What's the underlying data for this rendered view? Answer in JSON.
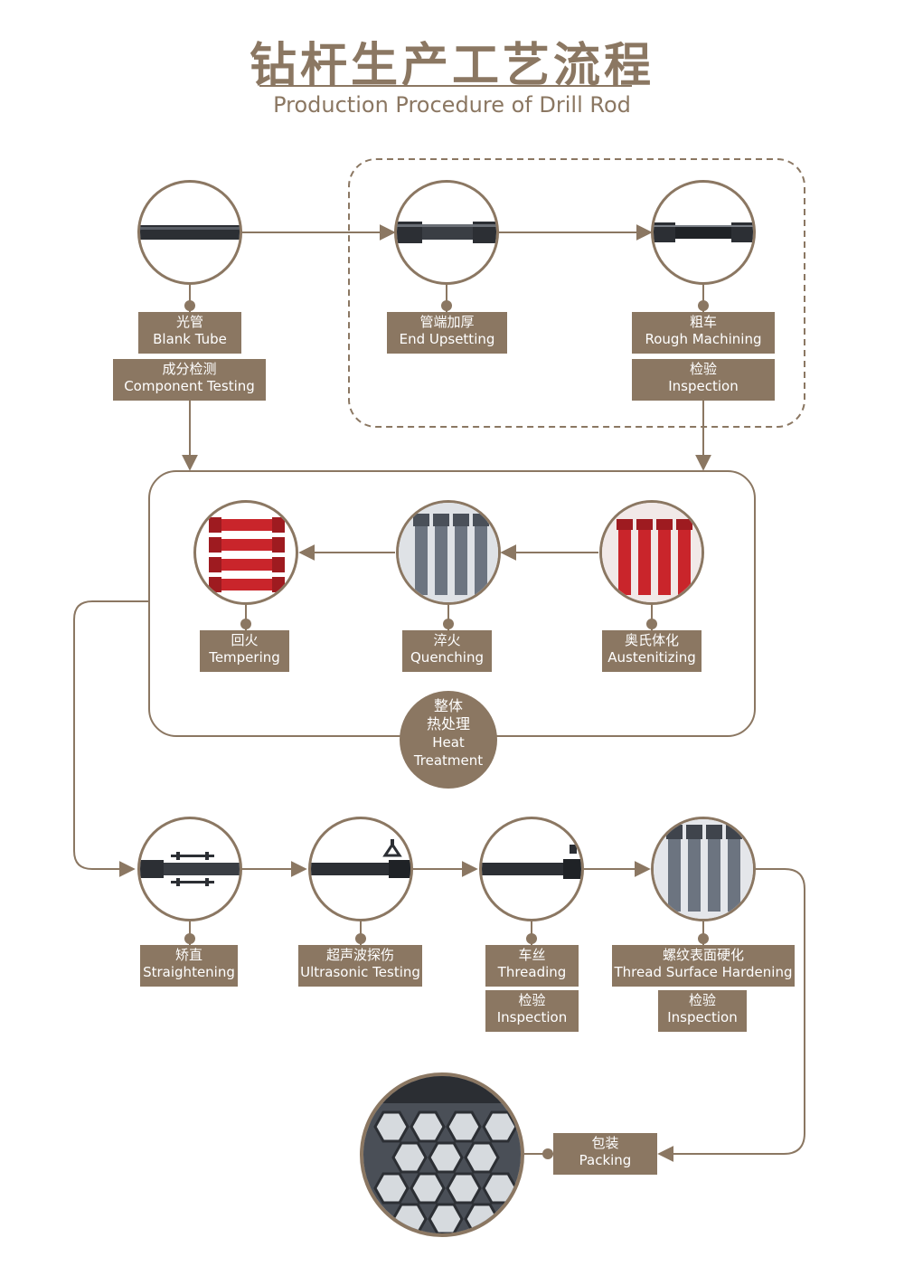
{
  "colors": {
    "accent": "#8b7762",
    "pipe": "#2c2f34",
    "red": "#c9252b",
    "steel": "#6c7480"
  },
  "title": {
    "cn": "钻杆生产工艺流程",
    "en": "Production Procedure of Drill Rod"
  },
  "steps": {
    "blank_tube": {
      "cn": "光管",
      "en": "Blank Tube"
    },
    "component_testing": {
      "cn": "成分检测",
      "en": "Component Testing"
    },
    "end_upsetting": {
      "cn": "管端加厚",
      "en": "End Upsetting"
    },
    "rough_machining": {
      "cn": "粗车",
      "en": "Rough Machining"
    },
    "inspection_1": {
      "cn": "检验",
      "en": "Inspection"
    },
    "austenitizing": {
      "cn": "奥氏体化",
      "en": "Austenitizing"
    },
    "quenching": {
      "cn": "淬火",
      "en": "Quenching"
    },
    "tempering": {
      "cn": "回火",
      "en": "Tempering"
    },
    "heat_treatment": {
      "cn1": "整体",
      "cn2": "热处理",
      "en1": "Heat",
      "en2": "Treatment"
    },
    "straightening": {
      "cn": "矫直",
      "en": "Straightening"
    },
    "ultrasonic_testing": {
      "cn": "超声波探伤",
      "en": "Ultrasonic Testing"
    },
    "threading": {
      "cn": "车丝",
      "en": "Threading"
    },
    "inspection_2": {
      "cn": "检验",
      "en": "Inspection"
    },
    "thread_surface_hardening": {
      "cn": "螺纹表面硬化",
      "en": "Thread Surface Hardening"
    },
    "inspection_3": {
      "cn": "检验",
      "en": "Inspection"
    },
    "packing": {
      "cn": "包装",
      "en": "Packing"
    }
  }
}
